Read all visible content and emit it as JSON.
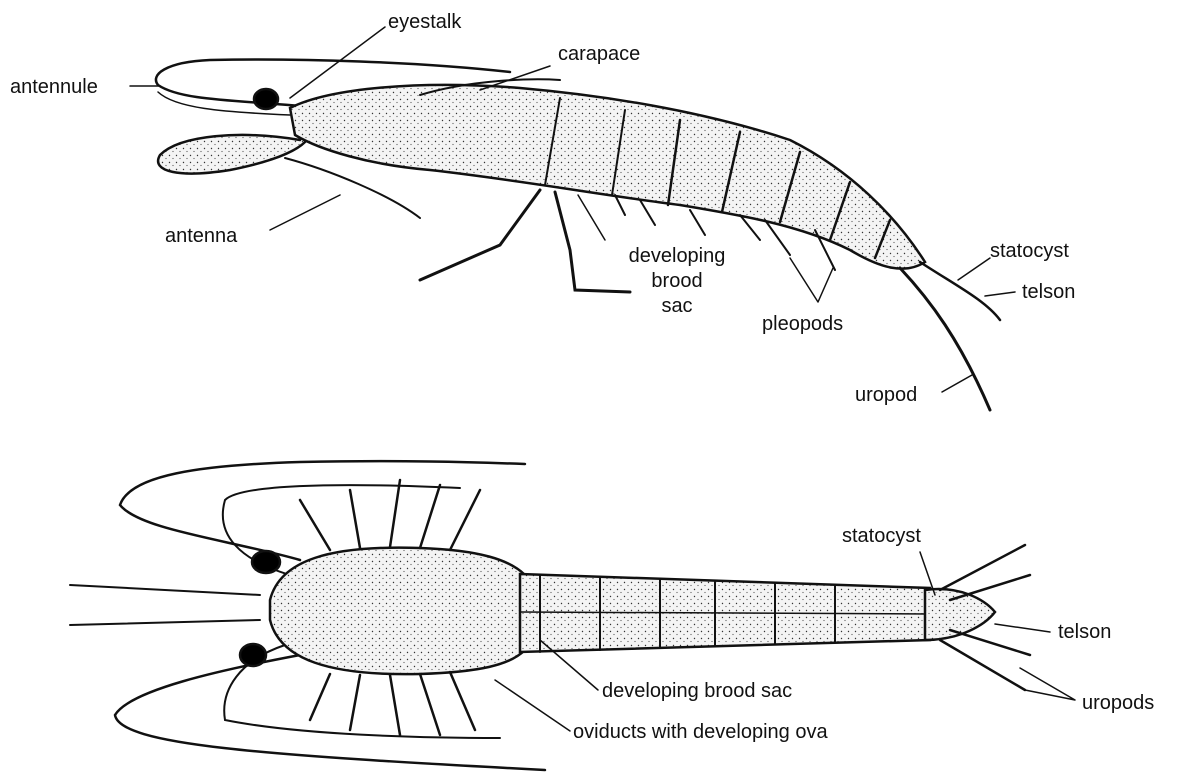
{
  "top_view": {
    "labels": {
      "eyestalk": "eyestalk",
      "carapace": "carapace",
      "antennule": "antennule",
      "antenna": "antenna",
      "brood_sac_line1": "developing",
      "brood_sac_line2": "brood",
      "brood_sac_line3": "sac",
      "statocyst": "statocyst",
      "telson": "telson",
      "pleopods": "pleopods",
      "uropod": "uropod"
    }
  },
  "bottom_view": {
    "labels": {
      "statocyst": "statocyst",
      "telson": "telson",
      "brood_sac": "developing brood sac",
      "uropods": "uropods",
      "oviducts": "oviducts with developing ova"
    }
  },
  "colors": {
    "ink": "#111111",
    "body_fill": "#efefef",
    "eye": "#000000"
  }
}
